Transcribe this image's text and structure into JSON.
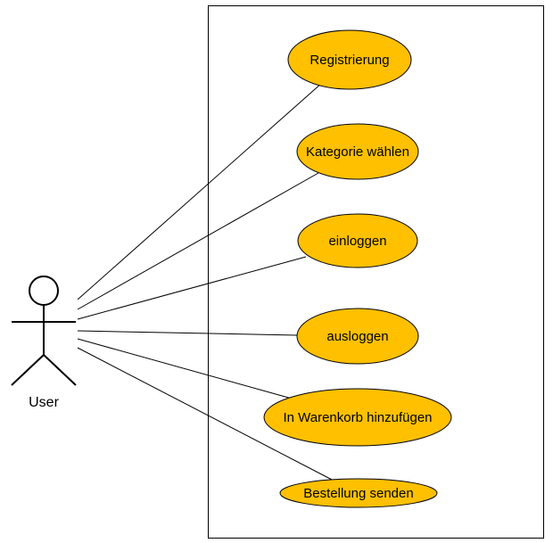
{
  "diagram": {
    "type": "uml-use-case",
    "actor": {
      "label": "User"
    },
    "use_cases": [
      {
        "id": "registrierung",
        "label": "Registrierung"
      },
      {
        "id": "kategorie-waehlen",
        "label": "Kategorie wählen"
      },
      {
        "id": "einloggen",
        "label": "einloggen"
      },
      {
        "id": "ausloggen",
        "label": "ausloggen"
      },
      {
        "id": "in-warenkorb-hinzufuegen",
        "label": "In Warenkorb hinzufügen"
      },
      {
        "id": "bestellung-senden",
        "label": "Bestellung senden"
      }
    ],
    "associations": [
      {
        "from": "User",
        "to": "registrierung"
      },
      {
        "from": "User",
        "to": "kategorie-waehlen"
      },
      {
        "from": "User",
        "to": "einloggen"
      },
      {
        "from": "User",
        "to": "ausloggen"
      },
      {
        "from": "User",
        "to": "in-warenkorb-hinzufuegen"
      },
      {
        "from": "User",
        "to": "bestellung-senden"
      }
    ],
    "colors": {
      "use_case_fill": "#ffc000",
      "stroke": "#000000",
      "background": "#ffffff"
    }
  }
}
